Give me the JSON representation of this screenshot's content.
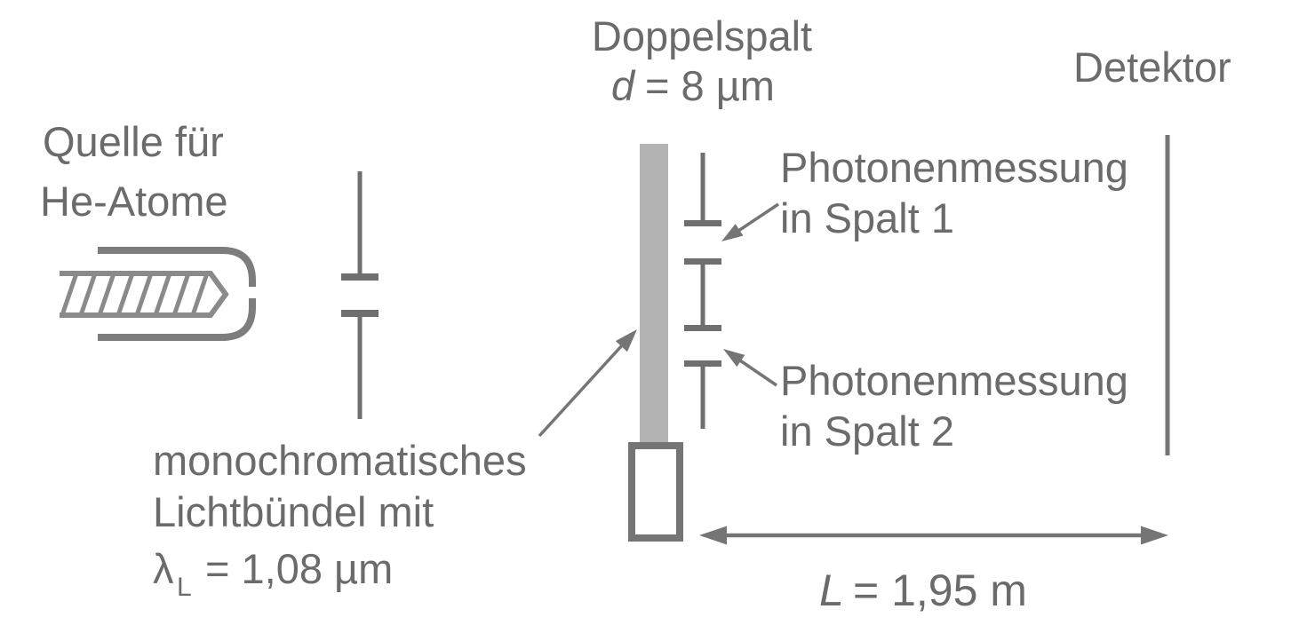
{
  "colors": {
    "text": "#6b6b6b",
    "line_dark": "#757575",
    "source_outline": "#8a8a8a",
    "beam_fill": "#b3b3b3",
    "background": "#ffffff"
  },
  "diagram": {
    "source_label": {
      "line1": "Quelle für",
      "line2": "He-Atome"
    },
    "double_slit_label": {
      "title": "Doppelspalt",
      "symbol": "d",
      "value": "= 8 µm"
    },
    "detector_label": "Detektor",
    "slit1_label": {
      "line1": "Photonenmessung",
      "line2": "in Spalt 1"
    },
    "slit2_label": {
      "line1": "Photonenmessung",
      "line2": "in Spalt 2"
    },
    "light_label": {
      "line1": "monochromatisches",
      "line2": "Lichtbündel mit",
      "lambda": "λ",
      "lambda_sub": "L",
      "value": "= 1,08 µm"
    },
    "length_label": {
      "symbol": "L",
      "value": "= 1,95 m"
    }
  }
}
